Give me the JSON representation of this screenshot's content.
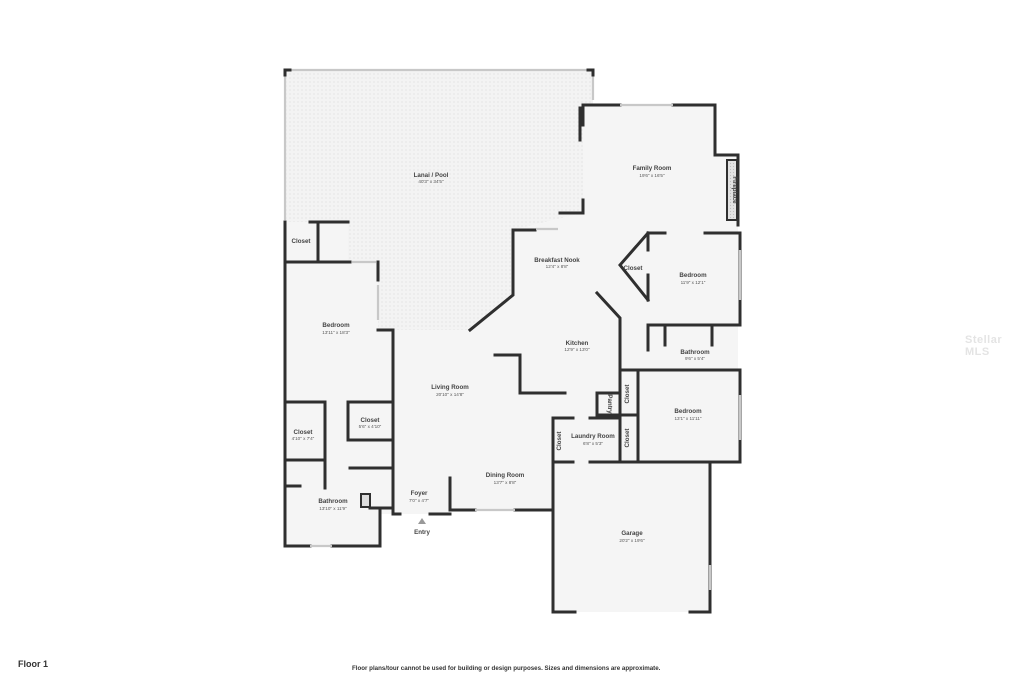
{
  "floor_label": "Floor 1",
  "disclaimer": "Floor plans/tour cannot be used for building or design purposes. Sizes and dimensions are approximate.",
  "watermark": "Stellar MLS",
  "entry_label": "Entry",
  "colors": {
    "wall": "#2f2f2f",
    "floor": "#f4f4f4",
    "lanai": "#efefef",
    "window": "#c8c8c8",
    "text": "#444444"
  },
  "rooms": {
    "lanai": {
      "name": "Lanai / Pool",
      "dim": "40'3\" x 34'5\""
    },
    "family": {
      "name": "Family Room",
      "dim": "19'6\" x 16'5\""
    },
    "fireplace": {
      "name": "Fireplace"
    },
    "nook": {
      "name": "Breakfast Nook",
      "dim": "12'4\" x 8'8\""
    },
    "closet_tri": {
      "name": "Closet"
    },
    "bedroom_ne": {
      "name": "Bedroom",
      "dim": "11'9\" x 12'1\""
    },
    "kitchen": {
      "name": "Kitchen",
      "dim": "12'9\" x 13'0\""
    },
    "bath_e": {
      "name": "Bathroom",
      "dim": "9'6\" x 5'4\""
    },
    "closet_nw": {
      "name": "Closet"
    },
    "bedroom_w": {
      "name": "Bedroom",
      "dim": "13'11\" x 18'3\""
    },
    "living": {
      "name": "Living Room",
      "dim": "20'10\" x 14'8\""
    },
    "pantry": {
      "name": "Pantry"
    },
    "closet_e1": {
      "name": "Closet"
    },
    "bedroom_e": {
      "name": "Bedroom",
      "dim": "13'1\" x 11'11\""
    },
    "closet_e2": {
      "name": "Closet"
    },
    "laundry": {
      "name": "Laundry Room",
      "dim": "6'8\" x 5'3\""
    },
    "closet_l": {
      "name": "Closet"
    },
    "closet_w1": {
      "name": "Closet",
      "dim": "4'10\" x 7'4\""
    },
    "closet_w2": {
      "name": "Closet",
      "dim": "5'6\" x 4'10\""
    },
    "dining": {
      "name": "Dining Room",
      "dim": "13'7\" x 8'8\""
    },
    "foyer": {
      "name": "Foyer",
      "dim": "7'0\" x 4'7\""
    },
    "bath_w": {
      "name": "Bathroom",
      "dim": "13'10\" x 11'9\""
    },
    "garage": {
      "name": "Garage",
      "dim": "20'2\" x 19'6\""
    }
  }
}
